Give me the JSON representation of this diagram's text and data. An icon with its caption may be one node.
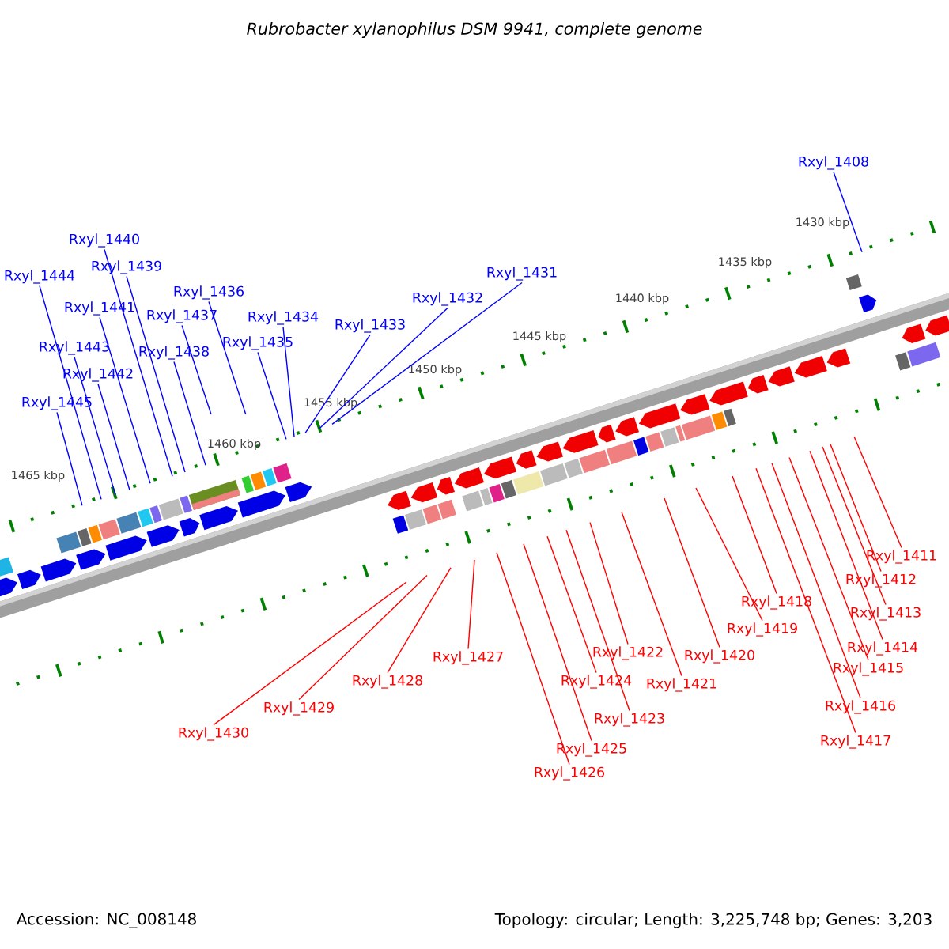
{
  "diagram": {
    "title": "Rubrobacter xylanophilus DSM 9941, complete genome",
    "nodes": [
      {
        "text": [
          "Rxyl_1408"
        ]
      },
      {
        "text": [
          "Rxyl_1440"
        ]
      },
      {
        "text": [
          "Rxyl_1439"
        ]
      },
      {
        "text": [
          "Rxyl_1444"
        ]
      },
      {
        "text": [
          "Rxyl_1436"
        ]
      },
      {
        "text": [
          "Rxyl_1431"
        ]
      },
      {
        "text": [
          "Rxyl_1441"
        ]
      },
      {
        "text": [
          "Rxyl_1432"
        ]
      },
      {
        "text": [
          "Rxyl_1437"
        ]
      },
      {
        "text": [
          "Rxyl_1434"
        ]
      },
      {
        "text": [
          "Rxyl_1433"
        ]
      },
      {
        "text": [
          "Rxyl_1435"
        ]
      },
      {
        "text": [
          "Rxyl_1443"
        ]
      },
      {
        "text": [
          "Rxyl_1438"
        ]
      },
      {
        "text": [
          "Rxyl_1442"
        ]
      },
      {
        "text": [
          "Rxyl_1445"
        ]
      },
      {
        "text": [
          "Rxyl_1411"
        ]
      },
      {
        "text": [
          "Rxyl_1412"
        ]
      },
      {
        "text": [
          "Rxyl_1418"
        ]
      },
      {
        "text": [
          "Rxyl_1413"
        ]
      },
      {
        "text": [
          "Rxyl_1419"
        ]
      },
      {
        "text": [
          "Rxyl_1414"
        ]
      },
      {
        "text": [
          "Rxyl_1427"
        ]
      },
      {
        "text": [
          "Rxyl_1420"
        ]
      },
      {
        "text": [
          "Rxyl_1422"
        ]
      },
      {
        "text": [
          "Rxyl_1415"
        ]
      },
      {
        "text": [
          "Rxyl_1428"
        ]
      },
      {
        "text": [
          "Rxyl_1424"
        ]
      },
      {
        "text": [
          "Rxyl_1421"
        ]
      },
      {
        "text": [
          "Rxyl_1416"
        ]
      },
      {
        "text": [
          "Rxyl_1429"
        ]
      },
      {
        "text": [
          "Rxyl_1423"
        ]
      },
      {
        "text": [
          "Rxyl_1430"
        ]
      },
      {
        "text": [
          "Rxyl_1417"
        ]
      },
      {
        "text": [
          "Rxyl_1425"
        ]
      },
      {
        "text": [
          "Rxyl_1426"
        ]
      }
    ],
    "edges": [
      {
        "from": 0,
        "to": null,
        "arrow": "none",
        "color": "#0000ff"
      },
      {
        "from": 1,
        "to": null,
        "arrow": "none",
        "color": "#0000ff"
      },
      {
        "from": 2,
        "to": null,
        "arrow": "none",
        "color": "#0000ff"
      },
      {
        "from": 3,
        "to": null,
        "arrow": "none",
        "color": "#0000ff"
      },
      {
        "from": 4,
        "to": null,
        "arrow": "none",
        "color": "#0000ff"
      },
      {
        "from": 5,
        "to": null,
        "arrow": "none",
        "color": "#0000ff"
      },
      {
        "from": 6,
        "to": null,
        "arrow": "none",
        "color": "#0000ff"
      },
      {
        "from": 7,
        "to": null,
        "arrow": "none",
        "color": "#0000ff"
      },
      {
        "from": 8,
        "to": null,
        "arrow": "none",
        "color": "#0000ff"
      },
      {
        "from": 9,
        "to": null,
        "arrow": "none",
        "color": "#0000ff"
      },
      {
        "from": 10,
        "to": null,
        "arrow": "none",
        "color": "#0000ff"
      },
      {
        "from": 11,
        "to": null,
        "arrow": "none",
        "color": "#0000ff"
      },
      {
        "from": 12,
        "to": null,
        "arrow": "none",
        "color": "#0000ff"
      },
      {
        "from": 13,
        "to": null,
        "arrow": "none",
        "color": "#0000ff"
      },
      {
        "from": 14,
        "to": null,
        "arrow": "none",
        "color": "#0000ff"
      },
      {
        "from": 15,
        "to": null,
        "arrow": "none",
        "color": "#0000ff"
      },
      {
        "from": 16,
        "to": null,
        "arrow": "none"
      },
      {
        "from": 17,
        "to": null,
        "arrow": "none"
      },
      {
        "from": 18,
        "to": null,
        "arrow": "none"
      },
      {
        "from": 19,
        "to": null,
        "arrow": "none"
      },
      {
        "from": 20,
        "to": null,
        "arrow": "none"
      },
      {
        "from": 21,
        "to": null,
        "arrow": "none"
      },
      {
        "from": 22,
        "to": null,
        "arrow": "none"
      },
      {
        "from": 23,
        "to": null,
        "arrow": "none"
      },
      {
        "from": 24,
        "to": null,
        "arrow": "none"
      },
      {
        "from": 25,
        "to": null,
        "arrow": "none"
      },
      {
        "from": 26,
        "to": null,
        "arrow": "none"
      },
      {
        "from": 27,
        "to": null,
        "arrow": "none"
      },
      {
        "from": 28,
        "to": null,
        "arrow": "none"
      },
      {
        "from": 29,
        "to": null,
        "arrow": "none"
      },
      {
        "from": 30,
        "to": null,
        "arrow": "none"
      },
      {
        "from": 31,
        "to": null,
        "arrow": "none"
      },
      {
        "from": 32,
        "to": null,
        "arrow": "none"
      },
      {
        "from": 33,
        "to": null,
        "arrow": "none"
      },
      {
        "from": 34,
        "to": null,
        "arrow": "none"
      },
      {
        "from": 35,
        "to": null,
        "arrow": "none"
      }
    ],
    "labels": [
      "1430 kbp",
      "1435 kbp",
      "1440 kbp",
      "1445 kbp",
      "1450 kbp",
      "1455 kbp",
      "1460 kbp",
      "1465 kbp",
      "Accession: NC_008148",
      "Topology: circular; Length: 3,225,748 bp; Genes: 3,203"
    ]
  }
}
